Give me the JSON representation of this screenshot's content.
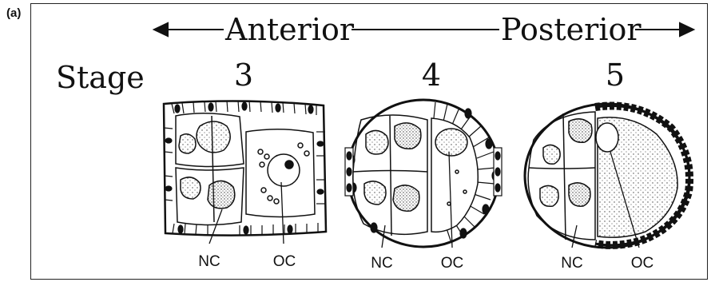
{
  "panel_label": "(a)",
  "axis": {
    "anterior": "Anterior",
    "posterior": "Posterior"
  },
  "stage_label": "Stage",
  "stages": [
    {
      "number": "3",
      "nc": "NC",
      "oc": "OC"
    },
    {
      "number": "4",
      "nc": "NC",
      "oc": "OC"
    },
    {
      "number": "5",
      "nc": "NC",
      "oc": "OC"
    }
  ]
}
